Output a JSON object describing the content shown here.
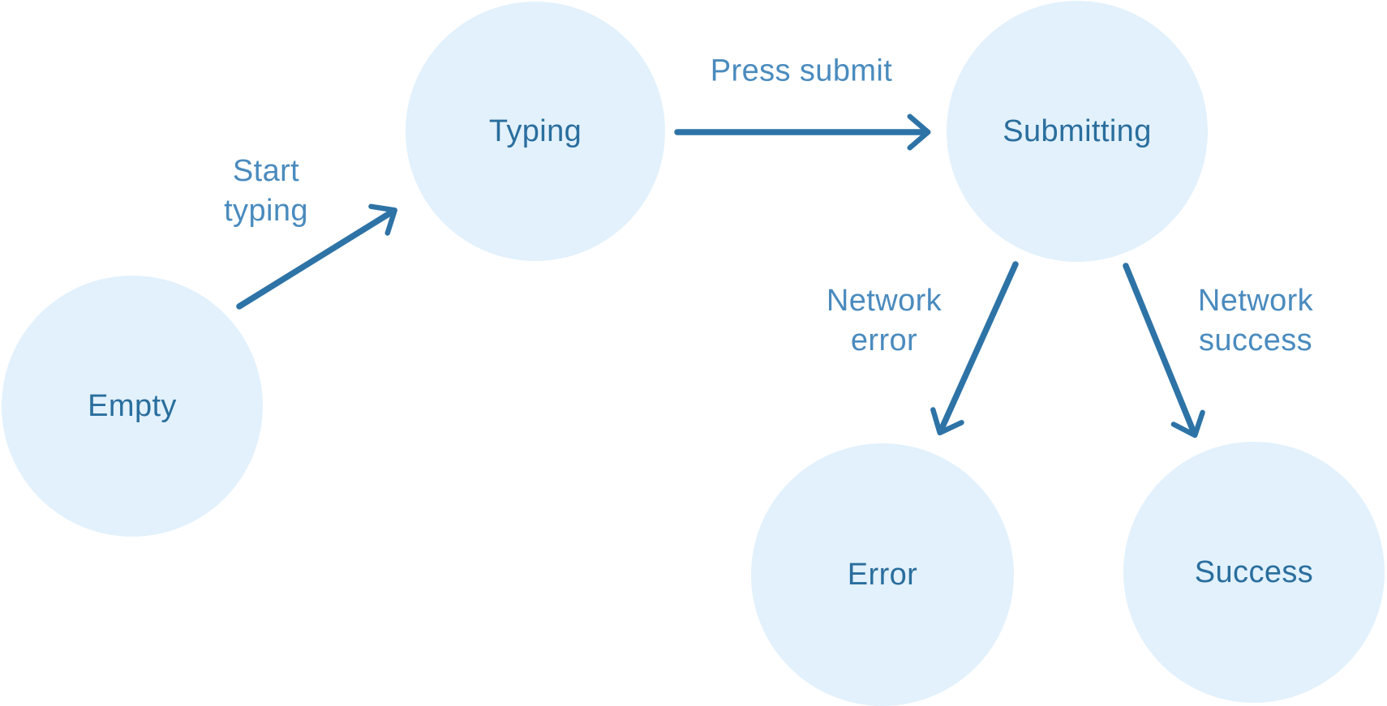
{
  "nodes": [
    {
      "id": "empty",
      "label": "Empty"
    },
    {
      "id": "typing",
      "label": "Typing"
    },
    {
      "id": "submitting",
      "label": "Submitting"
    },
    {
      "id": "error",
      "label": "Error"
    },
    {
      "id": "success",
      "label": "Success"
    }
  ],
  "edges": [
    {
      "id": "empty-to-typing",
      "from": "empty",
      "to": "typing",
      "label": "Start typing",
      "lines": [
        "Start",
        "typing"
      ]
    },
    {
      "id": "typing-to-submitting",
      "from": "typing",
      "to": "submitting",
      "label": "Press submit",
      "lines": [
        "Press submit"
      ]
    },
    {
      "id": "submitting-to-error",
      "from": "submitting",
      "to": "error",
      "label": "Network error",
      "lines": [
        "Network",
        "error"
      ]
    },
    {
      "id": "submitting-to-success",
      "from": "submitting",
      "to": "success",
      "label": "Network success",
      "lines": [
        "Network",
        "success"
      ]
    }
  ],
  "colors": {
    "node_fill": "#e2f1fc",
    "node_text": "#2a6e9d",
    "arrow": "#2d73a6",
    "edge_label_text": "#4a8bbe"
  }
}
